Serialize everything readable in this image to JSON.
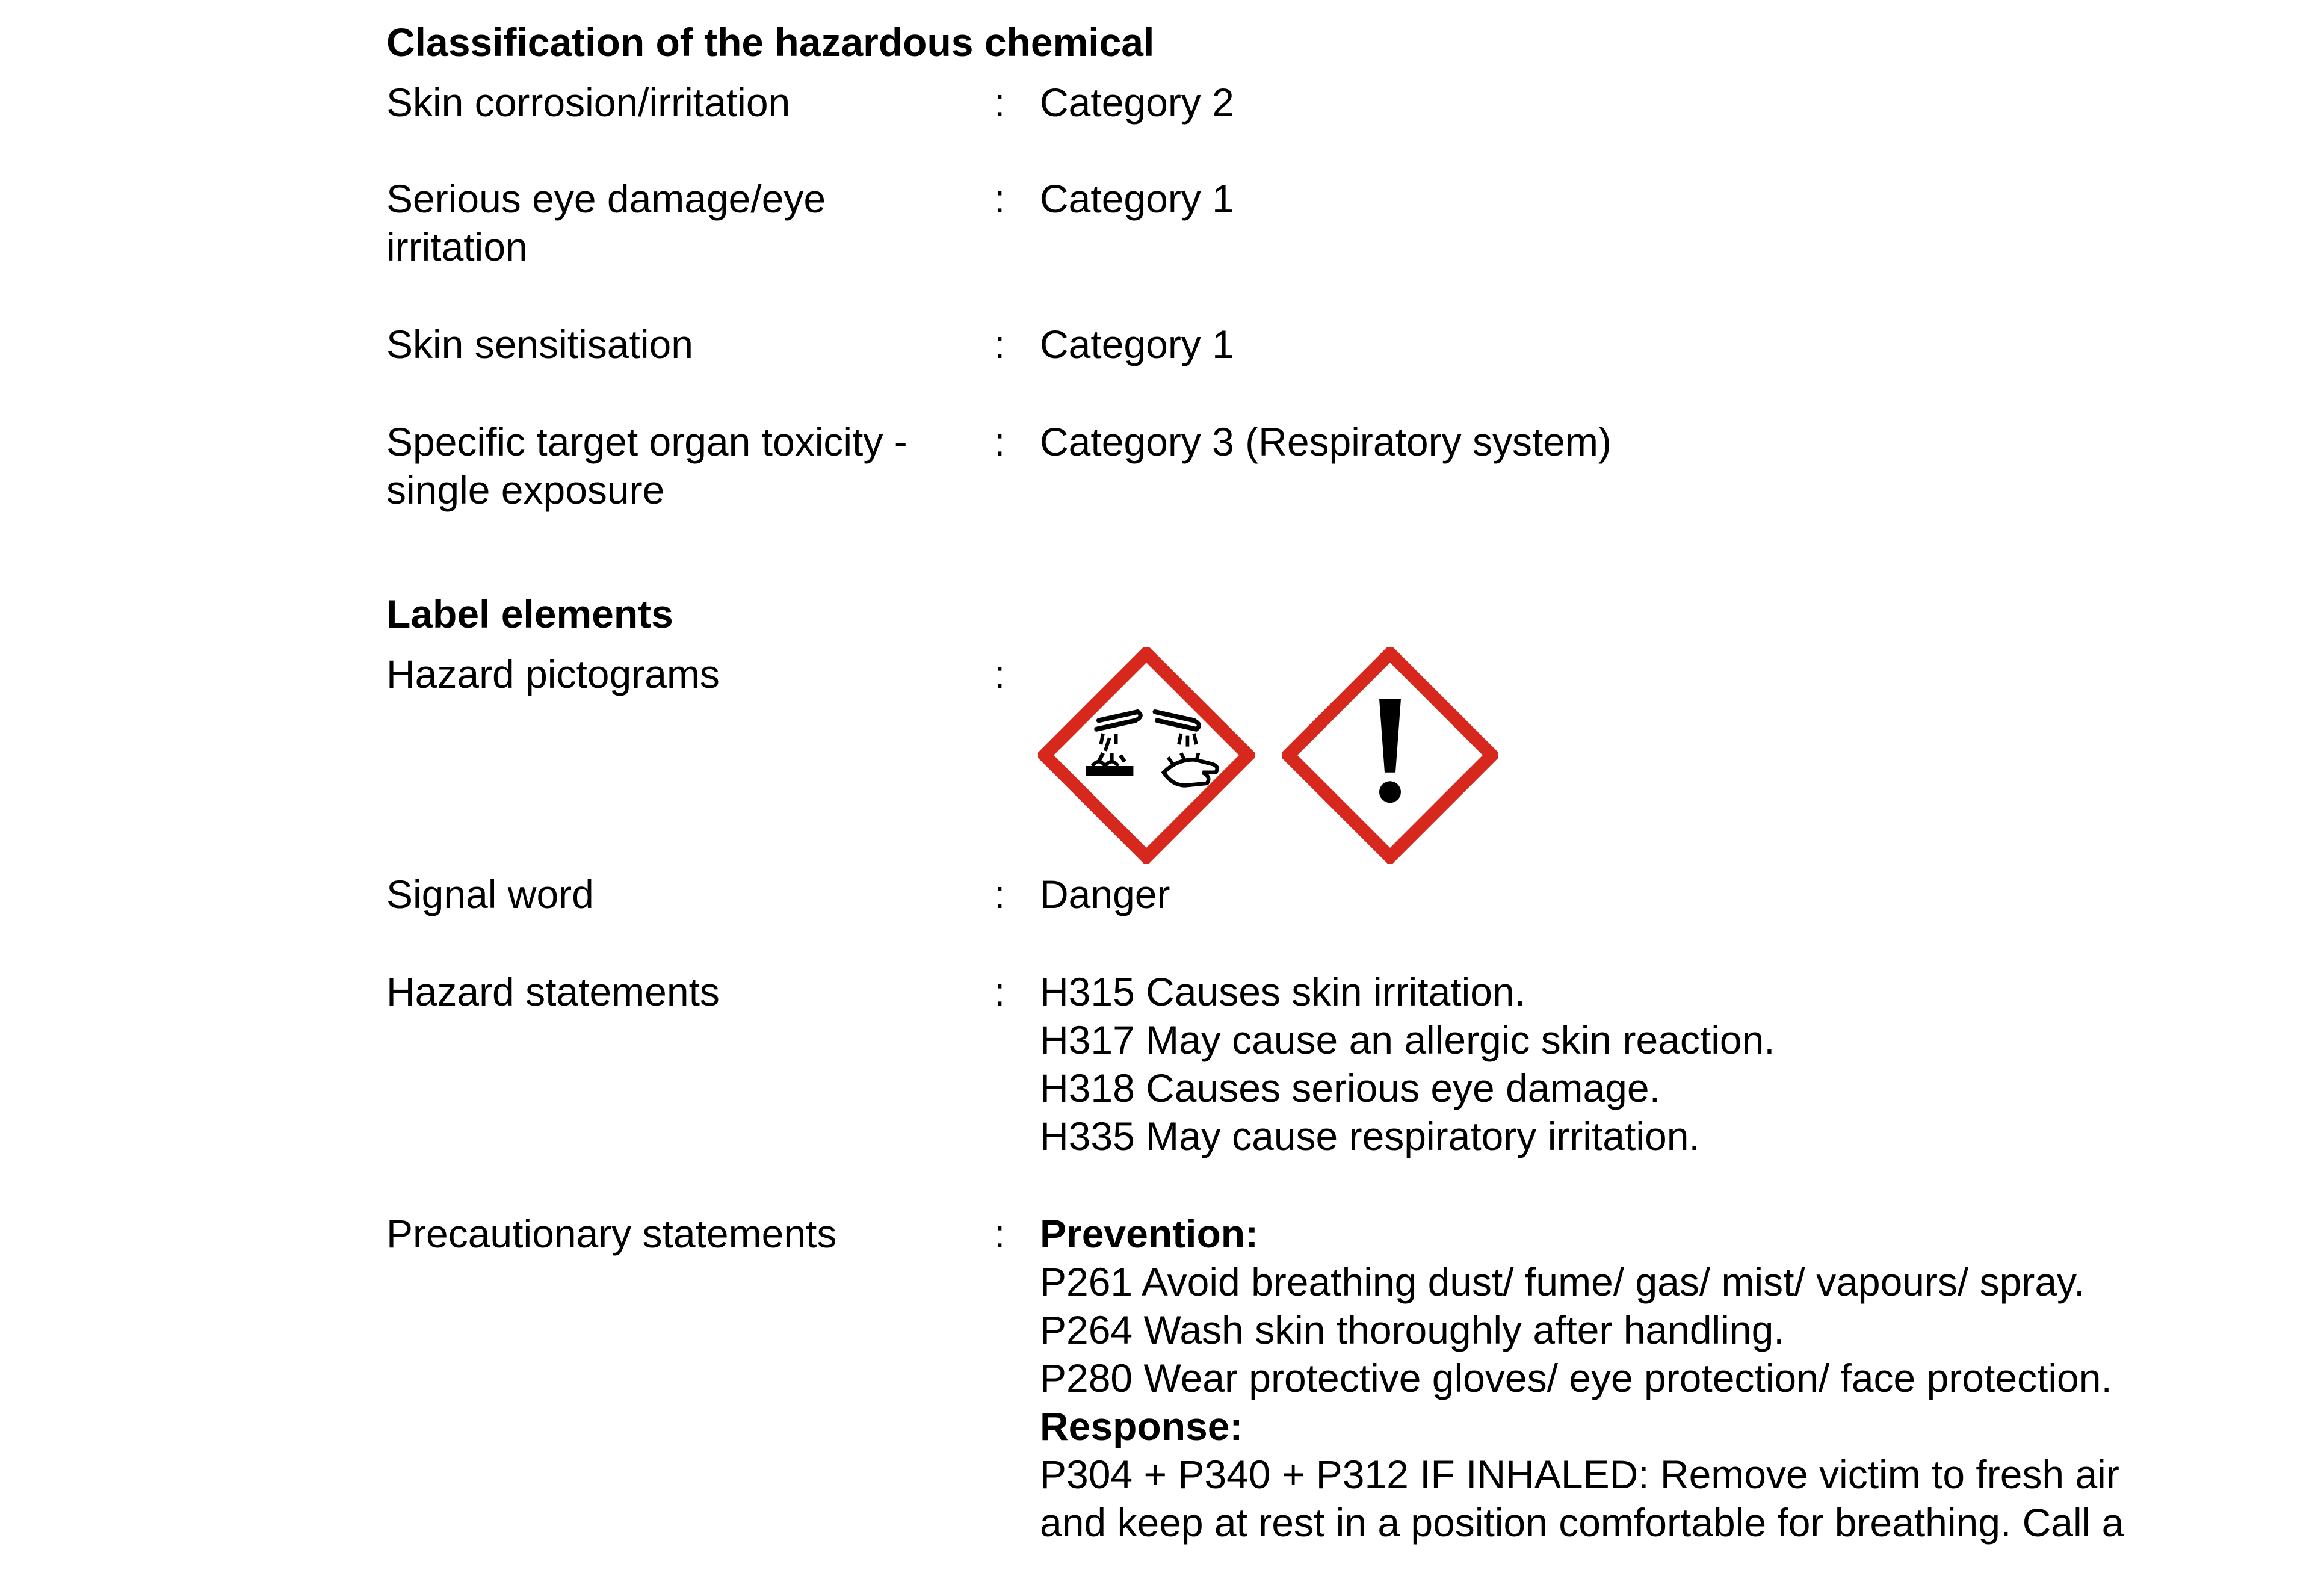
{
  "classification": {
    "heading": "Classification of the hazardous chemical",
    "rows": [
      {
        "label": "Skin corrosion/irritation",
        "value": "Category 2"
      },
      {
        "label": "Serious eye damage/eye irritation",
        "value": "Category 1"
      },
      {
        "label": "Skin sensitisation",
        "value": "Category 1"
      },
      {
        "label": "Specific target organ toxicity - single exposure",
        "value": "Category 3 (Respiratory system)"
      }
    ]
  },
  "label_elements": {
    "heading": "Label elements",
    "pictograms_label": "Hazard pictograms",
    "pictograms": [
      "corrosion-icon",
      "exclamation-mark-icon"
    ],
    "signal_word_label": "Signal word",
    "signal_word": "Danger",
    "hazard_statements_label": "Hazard statements",
    "hazard_statements": [
      "H315 Causes skin irritation.",
      "H317 May cause an allergic skin reaction.",
      "H318 Causes serious eye damage.",
      "H335 May cause respiratory irritation."
    ],
    "precautionary_label": "Precautionary statements",
    "prevention_heading": "Prevention:",
    "prevention": [
      "P261 Avoid breathing dust/ fume/ gas/ mist/ vapours/ spray.",
      "P264 Wash skin thoroughly after handling.",
      "P280 Wear protective gloves/ eye protection/ face protection."
    ],
    "response_heading": "Response:",
    "response": [
      "P304 + P340 + P312 IF INHALED: Remove victim to fresh air",
      "and keep at rest in a position comfortable for breathing. Call a"
    ]
  },
  "colors": {
    "pictogram_border": "#d6281c",
    "text": "#000000"
  },
  "separator": ":"
}
